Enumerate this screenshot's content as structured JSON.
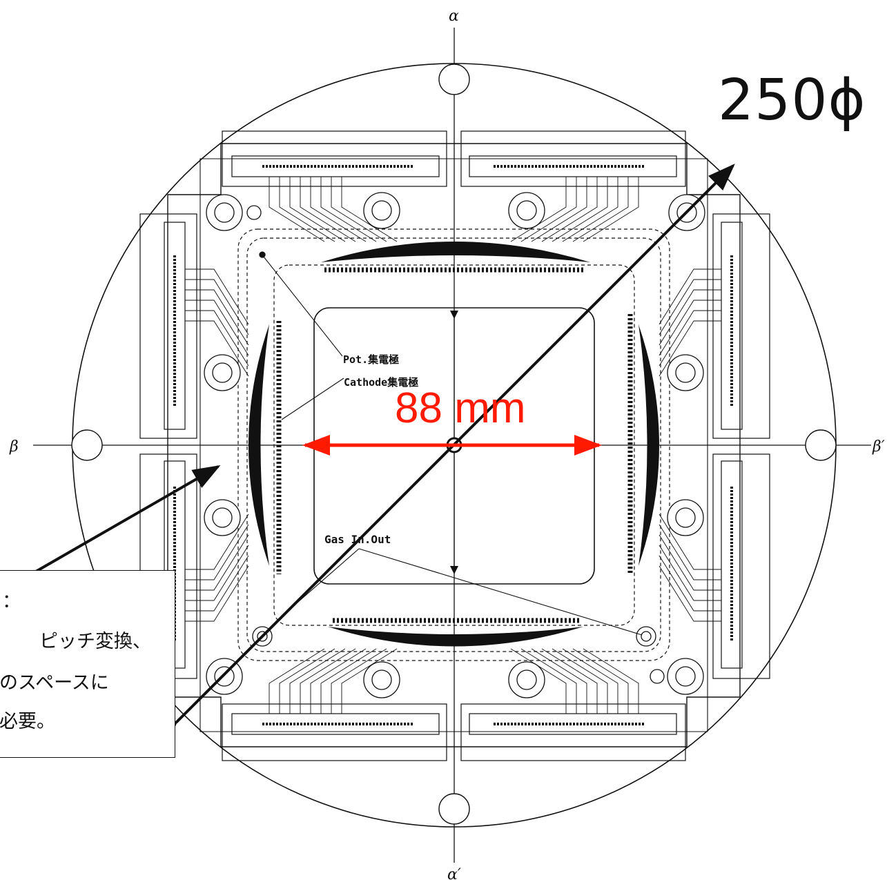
{
  "labels": {
    "alpha_top": "α",
    "alpha_bottom": "α′",
    "beta_left": "β",
    "beta_right": "β′",
    "pot": "Pot.集電極",
    "cathode": "Cathode集電極",
    "gas": "Gas In.Out",
    "width": "88 mm",
    "diameter": "250ϕ"
  },
  "note": {
    "line1": "：",
    "line2": "ピッチ変換、",
    "line3": "のスペースに",
    "line4": "必要。"
  },
  "colors": {
    "ink": "#111111",
    "dimension_red": "#ff1a00"
  }
}
